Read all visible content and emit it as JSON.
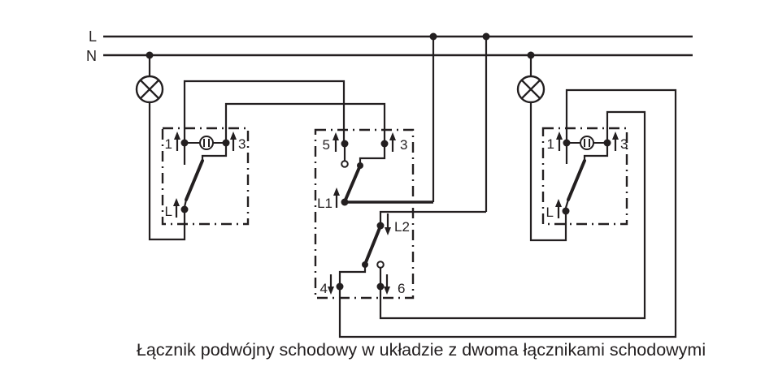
{
  "caption": "Łącznik podwójny schodowy w układzie z dwoma łącznikami schodowymi",
  "rails": {
    "live": "L",
    "neutral": "N"
  },
  "left_switch": {
    "t1": "1",
    "t3": "3",
    "common": "L"
  },
  "middle_switch": {
    "t5": "5",
    "t3": "3",
    "l1": "L1",
    "l2": "L2",
    "t4": "4",
    "t6": "6"
  },
  "right_switch": {
    "t1": "1",
    "t3": "3",
    "common": "L"
  },
  "colors": {
    "line": "#231f20",
    "background": "#ffffff"
  }
}
